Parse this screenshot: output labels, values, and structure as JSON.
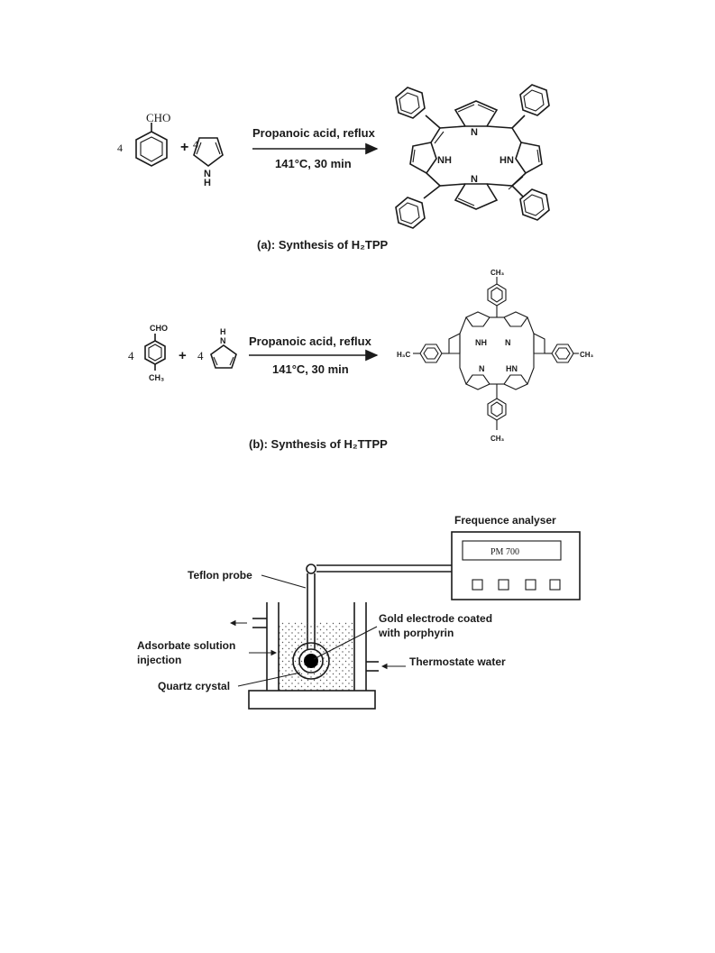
{
  "scheme_a": {
    "reactant1_coef": "4",
    "reactant1_group": "CHO",
    "plus": "+",
    "reactant2_coef": "4",
    "reactant2_nh": "N\nH",
    "conditions_top": "Propanoic acid, reflux",
    "conditions_bottom": "141°C, 30 min",
    "product_n_top": "N",
    "product_n_bottom": "N",
    "product_nh_left": "NH",
    "product_hn_right": "HN",
    "caption": "(a): Synthesis of H₂TPP"
  },
  "scheme_b": {
    "reactant1_coef": "4",
    "reactant1_top_group": "CHO",
    "reactant1_bottom_group": "CH₃",
    "plus": "+",
    "reactant2_coef": "4",
    "reactant2_h": "H",
    "reactant2_n": "N",
    "conditions_top": "Propanoic acid, reflux",
    "conditions_bottom": "141°C, 30 min",
    "product_top_group": "CH₃",
    "product_bottom_group": "CH₃",
    "product_left_group": "H₃C",
    "product_right_group": "CH₃",
    "product_nh_left": "NH",
    "product_n_right": "N",
    "product_n_left": "N",
    "product_hn_right": "HN",
    "caption": "(b): Synthesis of H₂TTPP"
  },
  "apparatus": {
    "analyser_title": "Frequence analyser",
    "display_text": "PM 700",
    "label_teflon_probe": "Teflon probe",
    "label_gold_electrode_1": "Gold electrode coated",
    "label_gold_electrode_2": "with porphyrin",
    "label_adsorbate_1": "Adsorbate solution",
    "label_adsorbate_2": "injection",
    "label_thermostate": "Thermostate water",
    "label_quartz": "Quartz crystal"
  }
}
